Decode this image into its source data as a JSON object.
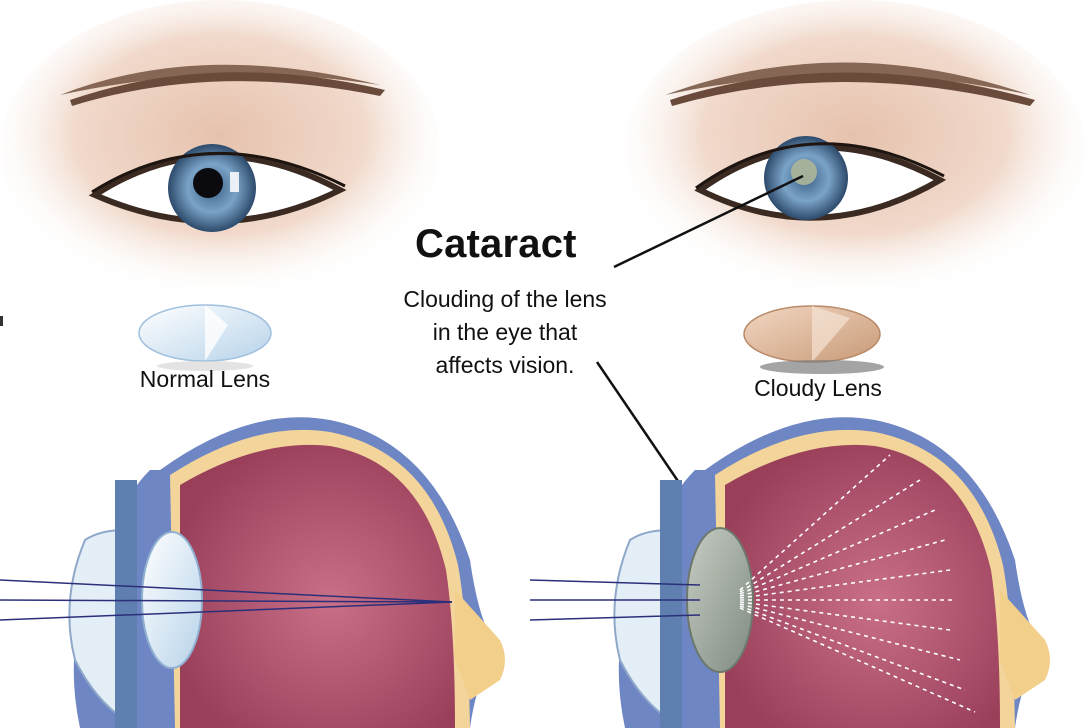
{
  "labels": {
    "title": "Cataract",
    "description": "Clouding of the lens in the eye that affects vision.",
    "normal_lens": "Normal Lens",
    "cloudy_lens": "Cloudy Lens"
  },
  "colors": {
    "skin": "#e9c9b6",
    "iris": "#6f95b8",
    "eyeball_interior": "#b04a64",
    "sclera_band": "#f4d49a",
    "outer_layer": "#5f7fbf",
    "optic_nerve": "#f2d08c",
    "normal_lens": "#dcebf7",
    "cloudy_lens": "#9aa59a",
    "light_rays": "#2b2f7a",
    "scattered_rays": "#ffffff",
    "leader_line": "#111111"
  }
}
